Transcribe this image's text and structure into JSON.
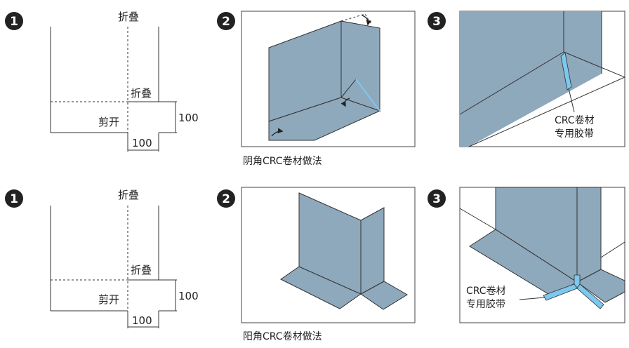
{
  "rows": [
    {
      "caption": "阴角CRC卷材做法",
      "step1": {
        "badge": "1",
        "top_label": "折叠",
        "mid_label": "折叠",
        "cut_label": "剪开",
        "height_dim": "100",
        "width_dim": "100"
      },
      "step2": {
        "badge": "2"
      },
      "step3": {
        "badge": "3",
        "tape_label_line1": "CRC卷材",
        "tape_label_line2": "专用胶带"
      }
    },
    {
      "caption": "阳角CRC卷材做法",
      "step1": {
        "badge": "1",
        "top_label": "折叠",
        "mid_label": "折叠",
        "cut_label": "剪开",
        "height_dim": "100",
        "width_dim": "100"
      },
      "step2": {
        "badge": "2"
      },
      "step3": {
        "badge": "3",
        "tape_label_line1": "CRC卷材",
        "tape_label_line2": "专用胶带"
      }
    }
  ],
  "colors": {
    "membrane": "#8ea8bc",
    "tape": "#7dc8ee",
    "line": "#333333",
    "badge": "#222222"
  },
  "icons": {
    "badge": "numbered-circle-icon",
    "fold_arrow": "curved-arrow-icon"
  }
}
